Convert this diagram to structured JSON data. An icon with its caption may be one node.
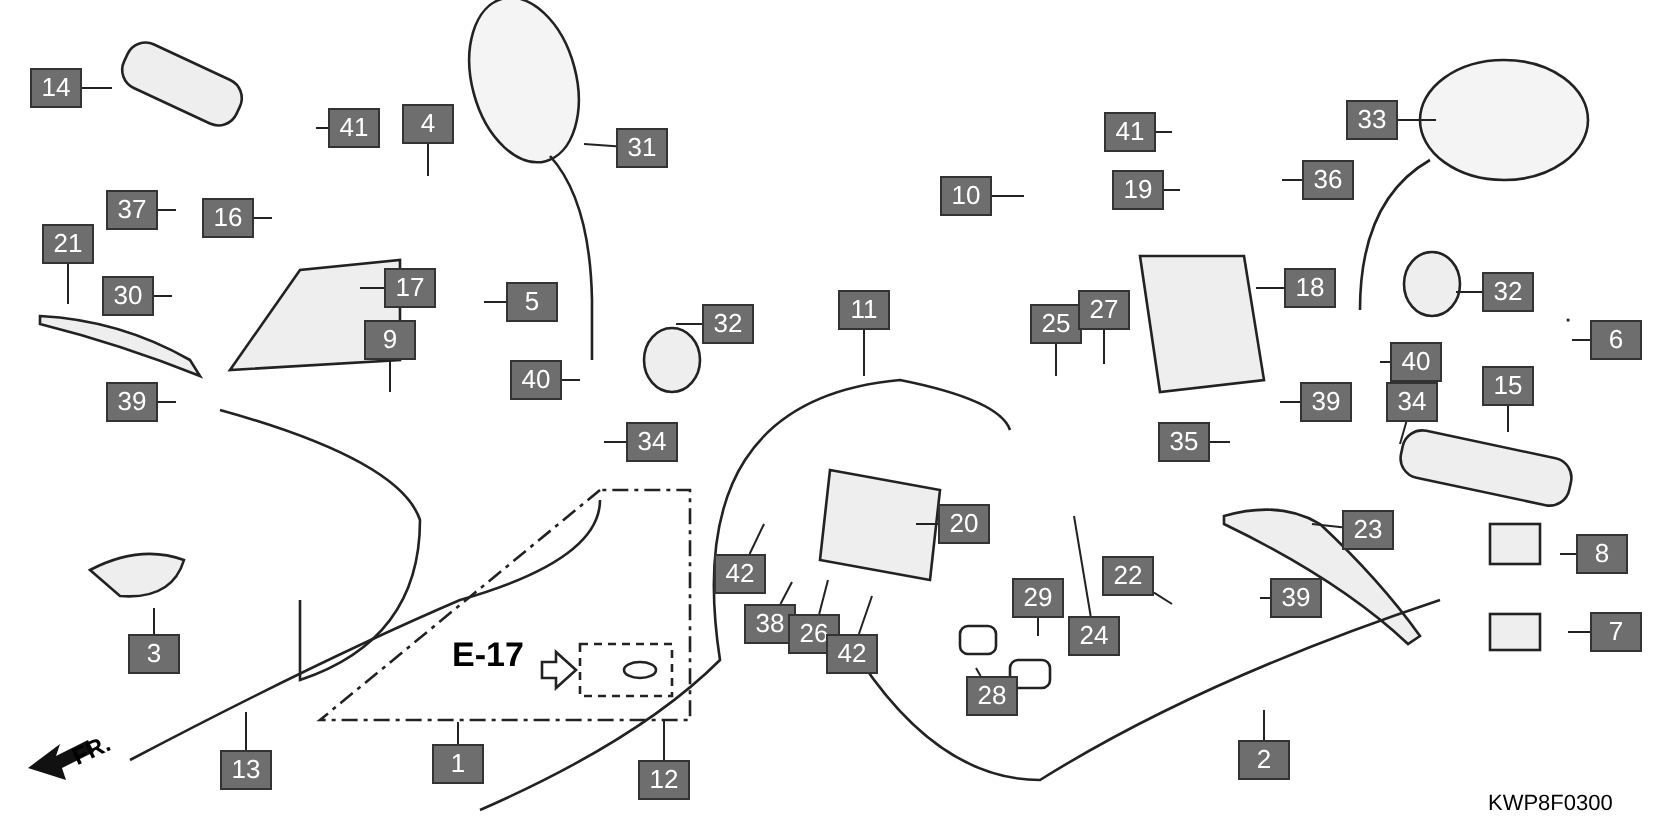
{
  "diagram": {
    "nodes": [
      {
        "text": [
          "14"
        ]
      },
      {
        "text": [
          "41"
        ]
      },
      {
        "text": [
          "4"
        ]
      },
      {
        "text": [
          "31"
        ]
      },
      {
        "text": [
          "37"
        ]
      },
      {
        "text": [
          "16"
        ]
      },
      {
        "text": [
          "21"
        ]
      },
      {
        "text": [
          "30"
        ]
      },
      {
        "text": [
          "17"
        ]
      },
      {
        "text": [
          "5"
        ]
      },
      {
        "text": [
          "9"
        ]
      },
      {
        "text": [
          "32"
        ]
      },
      {
        "text": [
          "39"
        ]
      },
      {
        "text": [
          "40"
        ]
      },
      {
        "text": [
          "34"
        ]
      },
      {
        "text": [
          "10"
        ]
      },
      {
        "text": [
          "41"
        ]
      },
      {
        "text": [
          "19"
        ]
      },
      {
        "text": [
          "36"
        ]
      },
      {
        "text": [
          "33"
        ]
      },
      {
        "text": [
          "11"
        ]
      },
      {
        "text": [
          "25"
        ]
      },
      {
        "text": [
          "27"
        ]
      },
      {
        "text": [
          "18"
        ]
      },
      {
        "text": [
          "32"
        ]
      },
      {
        "text": [
          "6"
        ]
      },
      {
        "text": [
          "40"
        ]
      },
      {
        "text": [
          "39"
        ]
      },
      {
        "text": [
          "34"
        ]
      },
      {
        "text": [
          "15"
        ]
      },
      {
        "text": [
          "35"
        ]
      },
      {
        "text": [
          "20"
        ]
      },
      {
        "text": [
          "23"
        ]
      },
      {
        "text": [
          "8"
        ]
      },
      {
        "text": [
          "22"
        ]
      },
      {
        "text": [
          "42"
        ]
      },
      {
        "text": [
          "29"
        ]
      },
      {
        "text": [
          "39"
        ]
      },
      {
        "text": [
          "24"
        ]
      },
      {
        "text": [
          "38"
        ]
      },
      {
        "text": [
          "26"
        ]
      },
      {
        "text": [
          "42"
        ]
      },
      {
        "text": [
          "7"
        ]
      },
      {
        "text": [
          "3"
        ]
      },
      {
        "text": [
          "28"
        ]
      },
      {
        "text": [
          "13"
        ]
      },
      {
        "text": [
          "1"
        ]
      },
      {
        "text": [
          "12"
        ]
      },
      {
        "text": [
          "2"
        ]
      }
    ],
    "edges": [
      {
        "from": 0,
        "to": null,
        "arrow": "none"
      },
      {
        "from": 1,
        "to": null,
        "arrow": "none"
      },
      {
        "from": 2,
        "to": null,
        "arrow": "none"
      },
      {
        "from": 3,
        "to": null,
        "arrow": "none"
      },
      {
        "from": 4,
        "to": null,
        "arrow": "none"
      },
      {
        "from": 5,
        "to": null,
        "arrow": "none"
      },
      {
        "from": 6,
        "to": null,
        "arrow": "none"
      },
      {
        "from": 7,
        "to": null,
        "arrow": "none"
      },
      {
        "from": 8,
        "to": null,
        "arrow": "none"
      },
      {
        "from": 9,
        "to": null,
        "arrow": "none"
      },
      {
        "from": 10,
        "to": null,
        "arrow": "none"
      },
      {
        "from": 11,
        "to": null,
        "arrow": "none"
      },
      {
        "from": 12,
        "to": null,
        "arrow": "none"
      },
      {
        "from": 13,
        "to": null,
        "arrow": "none"
      },
      {
        "from": 14,
        "to": null,
        "arrow": "none"
      },
      {
        "from": 15,
        "to": null,
        "arrow": "none"
      },
      {
        "from": 16,
        "to": null,
        "arrow": "none"
      },
      {
        "from": 17,
        "to": null,
        "arrow": "none"
      },
      {
        "from": 18,
        "to": null,
        "arrow": "none"
      },
      {
        "from": 19,
        "to": null,
        "arrow": "none"
      },
      {
        "from": 20,
        "to": null,
        "arrow": "none"
      },
      {
        "from": 21,
        "to": null,
        "arrow": "none"
      },
      {
        "from": 22,
        "to": null,
        "arrow": "none"
      },
      {
        "from": 23,
        "to": null,
        "arrow": "none"
      },
      {
        "from": 24,
        "to": null,
        "arrow": "none"
      },
      {
        "from": 25,
        "to": null,
        "arrow": "none"
      },
      {
        "from": 26,
        "to": null,
        "arrow": "none"
      },
      {
        "from": 27,
        "to": null,
        "arrow": "none"
      },
      {
        "from": 28,
        "to": null,
        "arrow": "none"
      },
      {
        "from": 29,
        "to": null,
        "arrow": "none"
      },
      {
        "from": 30,
        "to": null,
        "arrow": "none"
      },
      {
        "from": 31,
        "to": null,
        "arrow": "none"
      },
      {
        "from": 32,
        "to": null,
        "arrow": "none"
      },
      {
        "from": 33,
        "to": null,
        "arrow": "none"
      },
      {
        "from": 34,
        "to": null,
        "arrow": "none"
      },
      {
        "from": 35,
        "to": null,
        "arrow": "none"
      },
      {
        "from": 36,
        "to": null,
        "arrow": "none"
      },
      {
        "from": 37,
        "to": null,
        "arrow": "none"
      },
      {
        "from": 38,
        "to": null,
        "arrow": "none"
      },
      {
        "from": 39,
        "to": null,
        "arrow": "none"
      },
      {
        "from": 40,
        "to": null,
        "arrow": "none"
      },
      {
        "from": 41,
        "to": null,
        "arrow": "none"
      },
      {
        "from": 42,
        "to": null,
        "arrow": "none"
      },
      {
        "from": 43,
        "to": null,
        "arrow": "none"
      },
      {
        "from": 44,
        "to": null,
        "arrow": "none"
      },
      {
        "from": 45,
        "to": null,
        "arrow": "none"
      },
      {
        "from": 46,
        "to": null,
        "arrow": "none"
      },
      {
        "from": 47,
        "to": null,
        "arrow": "none"
      },
      {
        "from": 48,
        "to": null,
        "arrow": "none"
      }
    ],
    "labels": [
      "E-17",
      "FR.",
      "KWP8F0300"
    ]
  }
}
